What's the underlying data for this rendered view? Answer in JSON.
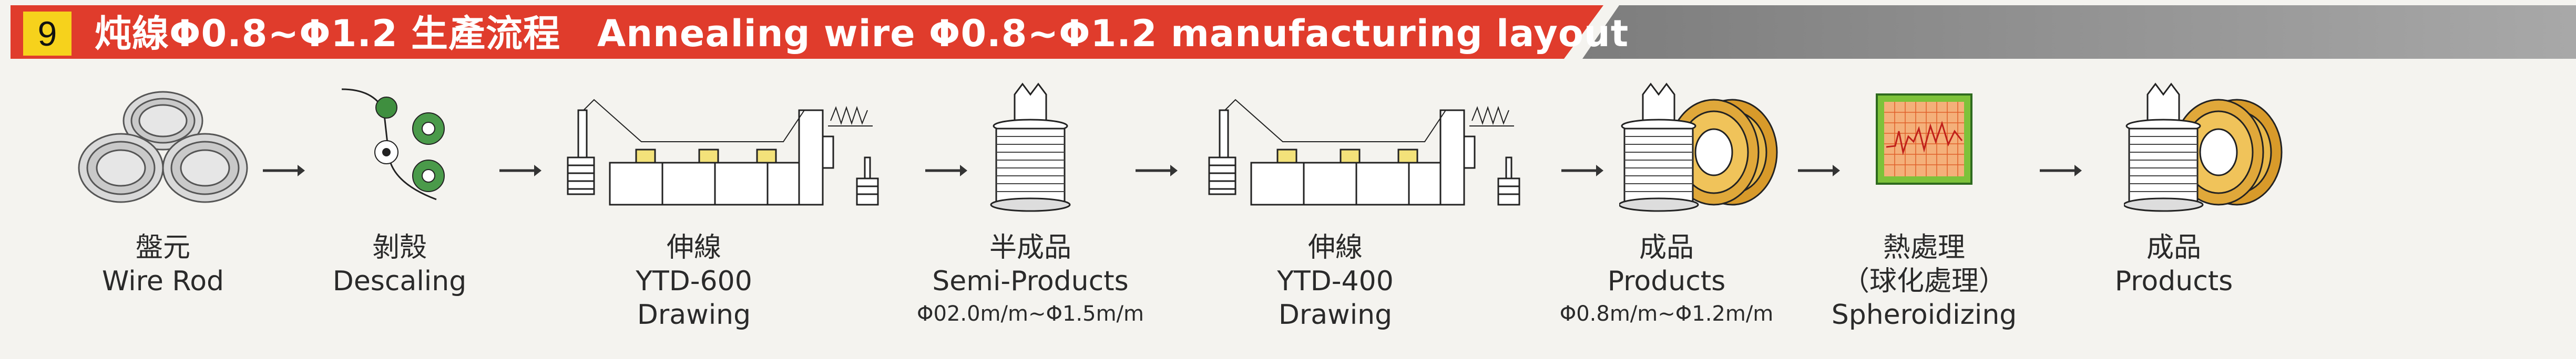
{
  "header": {
    "number": "9",
    "title_zh": "炖線Φ0.8~Φ1.2 生產流程",
    "title_en": "Annealing wire Φ0.8~Φ1.2 manufacturing layout",
    "colors": {
      "red": "#e03c2c",
      "gray": "#8a8a8a",
      "yellow": "#f6d21c"
    }
  },
  "steps": [
    {
      "zh": "盤元",
      "en": "Wire Rod",
      "icon": "wire-rod-coils-icon"
    },
    {
      "zh": "剝殼",
      "en": "Descaling",
      "icon": "descaling-rollers-icon"
    },
    {
      "zh": "伸線",
      "en": "YTD-600",
      "sub": "Drawing",
      "icon": "drawing-machine-icon"
    },
    {
      "zh": "半成品",
      "en": "Semi-Products",
      "sub": "Φ02.0m/m~Φ1.5m/m",
      "icon": "spool-icon"
    },
    {
      "zh": "伸線",
      "en": "YTD-400",
      "sub": "Drawing",
      "icon": "drawing-machine-icon"
    },
    {
      "zh": "成品",
      "en": "Products",
      "sub": "Φ0.8m/m~Φ1.2m/m",
      "icon": "spool-with-coil-icon"
    },
    {
      "zh": "熱處理",
      "en": "（球化處理）",
      "sub": "Spheroidizing",
      "icon": "heat-treatment-chart-icon"
    },
    {
      "zh": "成品",
      "en": "Products",
      "icon": "spool-with-coil-icon"
    }
  ],
  "arrow_glyph": "→"
}
